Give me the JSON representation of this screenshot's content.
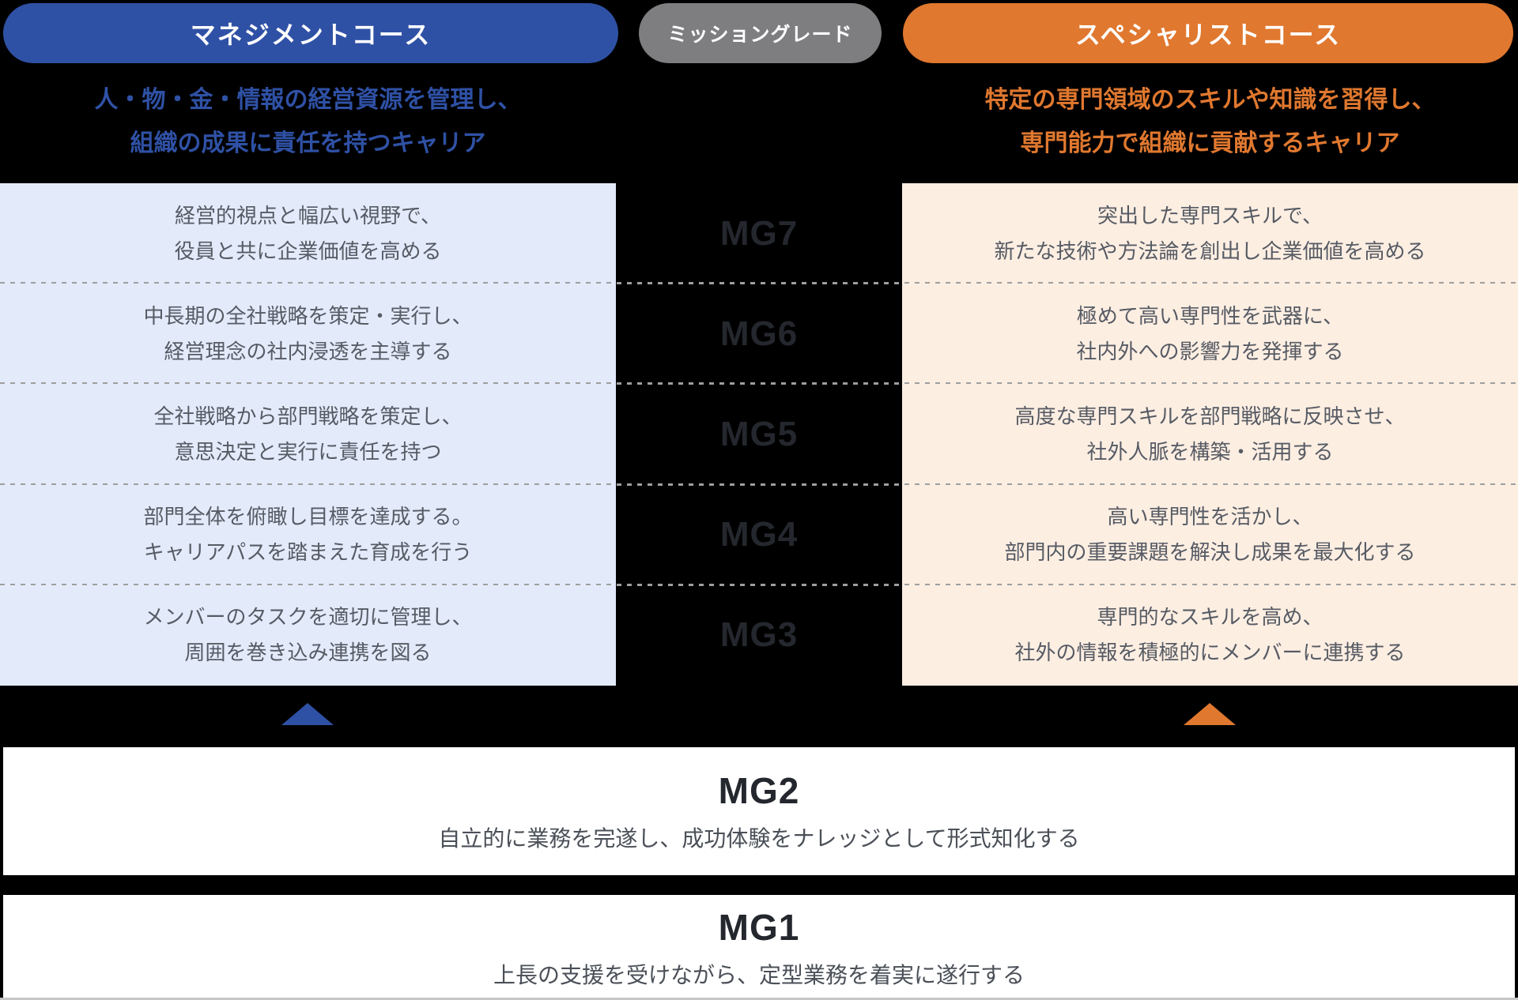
{
  "colors": {
    "background": "#000000",
    "management_blue": "#2f51a5",
    "specialist_orange": "#e0782f",
    "grade_pill_gray": "#7e7e81",
    "management_panel": "#e3ebfb",
    "specialist_panel": "#fdeee2",
    "body_text": "#565b64",
    "grade_label_text": "#24272d",
    "bar_background": "#ffffff"
  },
  "header": {
    "management_title": "マネジメントコース",
    "grade_title": "ミッショングレード",
    "specialist_title": "スペシャリストコース"
  },
  "subtitles": {
    "management": [
      "人・物・金・情報の経営資源を管理し、",
      "組織の成果に責任を持つキャリア"
    ],
    "specialist": [
      "特定の専門領域のスキルや知識を習得し、",
      "専門能力で組織に貢献するキャリア"
    ]
  },
  "grades": [
    {
      "grade": "MG7",
      "management": [
        "経営的視点と幅広い視野で、",
        "役員と共に企業価値を高める"
      ],
      "specialist": [
        "突出した専門スキルで、",
        "新たな技術や方法論を創出し企業価値を高める"
      ]
    },
    {
      "grade": "MG6",
      "management": [
        "中長期の全社戦略を策定・実行し、",
        "経営理念の社内浸透を主導する"
      ],
      "specialist": [
        "極めて高い専門性を武器に、",
        "社内外への影響力を発揮する"
      ]
    },
    {
      "grade": "MG5",
      "management": [
        "全社戦略から部門戦略を策定し、",
        "意思決定と実行に責任を持つ"
      ],
      "specialist": [
        "高度な専門スキルを部門戦略に反映させ、",
        "社外人脈を構築・活用する"
      ]
    },
    {
      "grade": "MG4",
      "management": [
        "部門全体を俯瞰し目標を達成する。",
        "キャリアパスを踏まえた育成を行う"
      ],
      "specialist": [
        "高い専門性を活かし、",
        "部門内の重要課題を解決し成果を最大化する"
      ]
    },
    {
      "grade": "MG3",
      "management": [
        "メンバーのタスクを適切に管理し、",
        "周囲を巻き込み連携を図る"
      ],
      "specialist": [
        "専門的なスキルを高め、",
        "社外の情報を積極的にメンバーに連携する"
      ]
    }
  ],
  "lower_grades": [
    {
      "grade": "MG2",
      "description": "自立的に業務を完遂し、成功体験をナレッジとして形式知化する"
    },
    {
      "grade": "MG1",
      "description": "上長の支援を受けながら、定型業務を着実に遂行する"
    }
  ]
}
